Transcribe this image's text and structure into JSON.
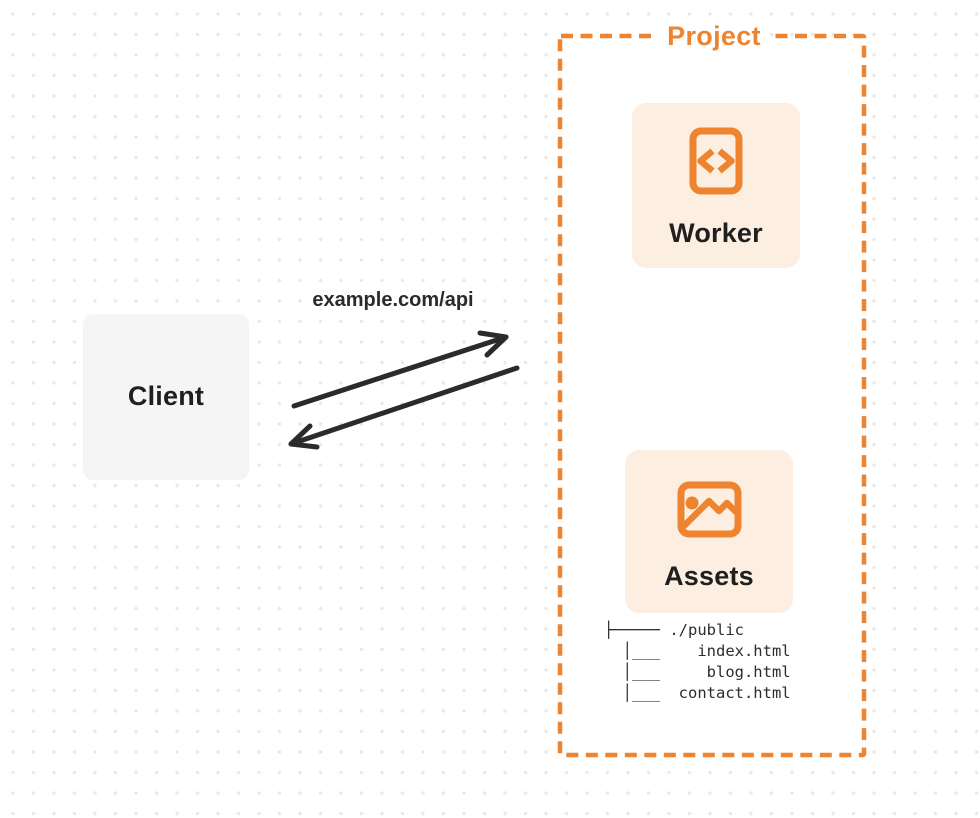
{
  "colors": {
    "accent_orange": "#EE8430",
    "card_cream": "#FCEFE2",
    "card_gray": "#F5F5F6",
    "ink": "#2B2B2B",
    "text_dark": "#1F1F1F",
    "dot_grid": "#E8E8E8",
    "canvas_bg": "#FFFFFF"
  },
  "client": {
    "label": "Client"
  },
  "connection": {
    "label": "example.com/api"
  },
  "project": {
    "label": "Project",
    "worker": {
      "label": "Worker",
      "icon": "code-icon"
    },
    "assets": {
      "label": "Assets",
      "icon": "image-icon"
    },
    "file_tree_text": "├───── ./public\n  │___    index.html\n  │___     blog.html\n  │___  contact.html",
    "files": [
      "./public",
      "index.html",
      "blog.html",
      "contact.html"
    ]
  }
}
